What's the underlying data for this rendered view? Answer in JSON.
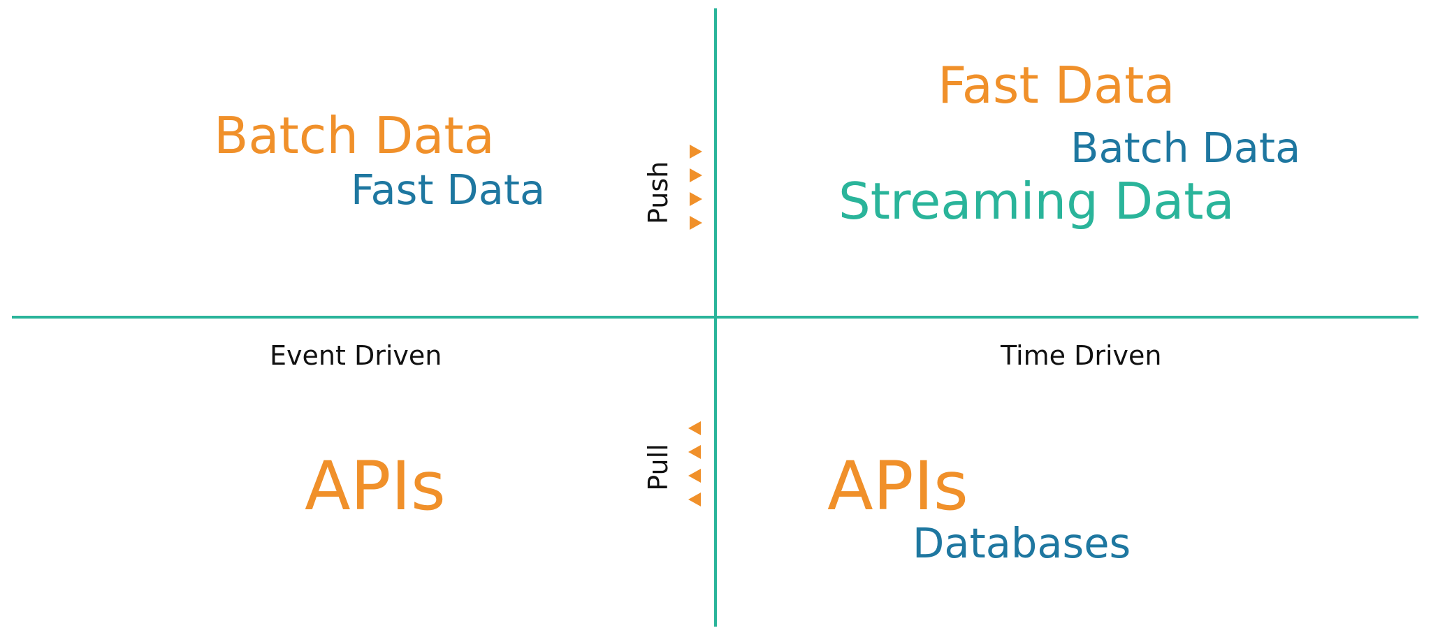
{
  "colors": {
    "axis": "#2ab49a",
    "orange": "#f0902a",
    "blue": "#1e77a0",
    "teal": "#2ab49a",
    "text": "#111111"
  },
  "axes": {
    "top_label": "Push",
    "bottom_label": "Pull",
    "left_label": "Event Driven",
    "right_label": "Time Driven"
  },
  "quadrants": {
    "top_left": {
      "primary": "Batch Data",
      "secondary": "Fast Data"
    },
    "top_right": {
      "primary": "Fast Data",
      "secondary": "Batch Data",
      "tertiary": "Streaming Data"
    },
    "bottom_left": {
      "primary": "APIs"
    },
    "bottom_right": {
      "primary": "APIs",
      "secondary": "Databases"
    }
  }
}
